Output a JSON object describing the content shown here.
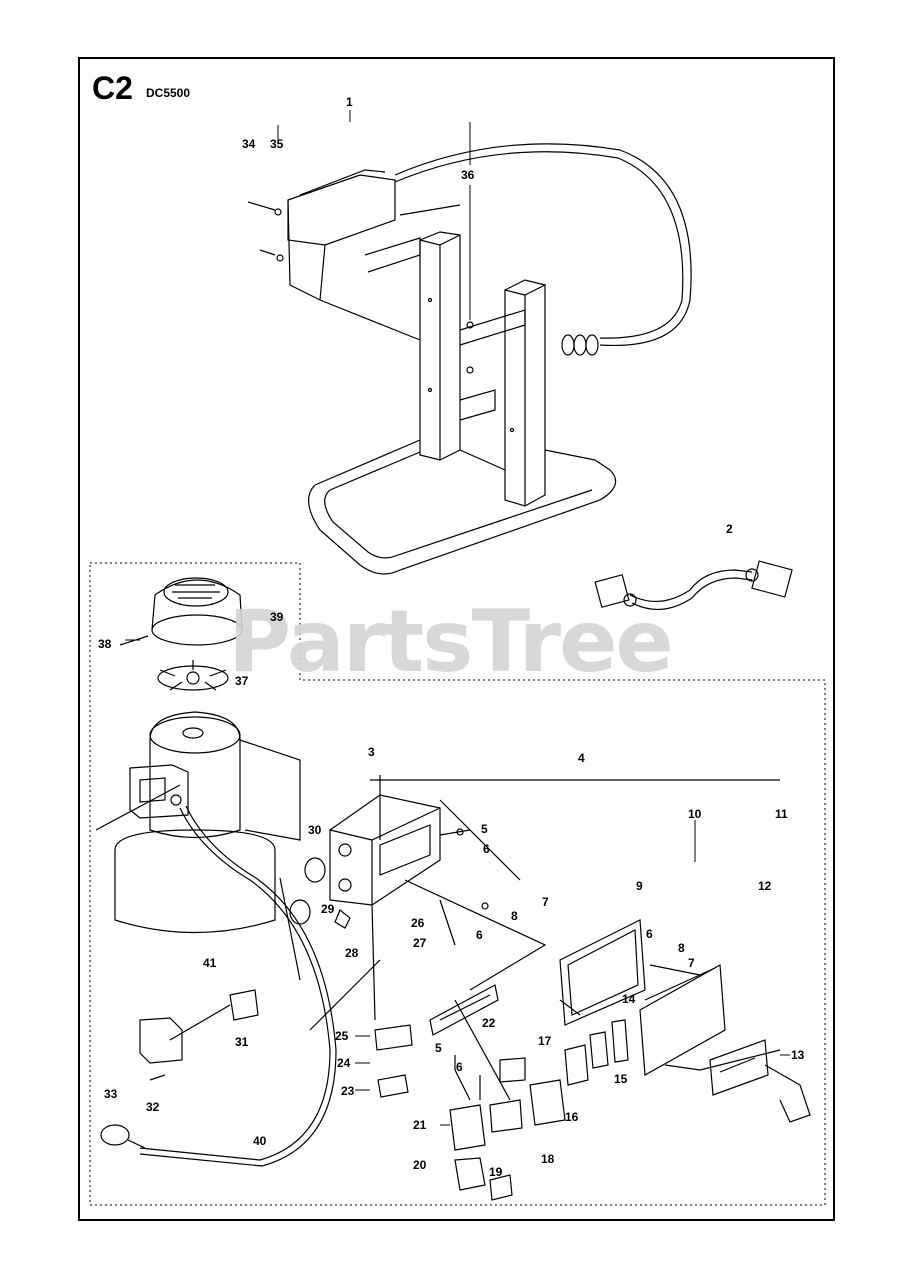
{
  "header": {
    "code": "C2",
    "model": "DC5500"
  },
  "watermark": "PartsTree",
  "callouts": [
    {
      "id": "c1",
      "text": "1"
    },
    {
      "id": "c2",
      "text": "2"
    },
    {
      "id": "c3",
      "text": "3"
    },
    {
      "id": "c4",
      "text": "4"
    },
    {
      "id": "c5a",
      "text": "5"
    },
    {
      "id": "c5b",
      "text": "5"
    },
    {
      "id": "c6a",
      "text": "6"
    },
    {
      "id": "c6b",
      "text": "6"
    },
    {
      "id": "c6c",
      "text": "6"
    },
    {
      "id": "c6d",
      "text": "6"
    },
    {
      "id": "c7a",
      "text": "7"
    },
    {
      "id": "c7b",
      "text": "7"
    },
    {
      "id": "c8a",
      "text": "8"
    },
    {
      "id": "c8b",
      "text": "8"
    },
    {
      "id": "c9",
      "text": "9"
    },
    {
      "id": "c10",
      "text": "10"
    },
    {
      "id": "c11",
      "text": "11"
    },
    {
      "id": "c12",
      "text": "12"
    },
    {
      "id": "c13",
      "text": "13"
    },
    {
      "id": "c14",
      "text": "14"
    },
    {
      "id": "c15",
      "text": "15"
    },
    {
      "id": "c16",
      "text": "16"
    },
    {
      "id": "c17",
      "text": "17"
    },
    {
      "id": "c18",
      "text": "18"
    },
    {
      "id": "c19",
      "text": "19"
    },
    {
      "id": "c20",
      "text": "20"
    },
    {
      "id": "c21",
      "text": "21"
    },
    {
      "id": "c22",
      "text": "22"
    },
    {
      "id": "c23",
      "text": "23"
    },
    {
      "id": "c24",
      "text": "24"
    },
    {
      "id": "c25",
      "text": "25"
    },
    {
      "id": "c26",
      "text": "26"
    },
    {
      "id": "c27",
      "text": "27"
    },
    {
      "id": "c28",
      "text": "28"
    },
    {
      "id": "c29",
      "text": "29"
    },
    {
      "id": "c30",
      "text": "30"
    },
    {
      "id": "c31",
      "text": "31"
    },
    {
      "id": "c32",
      "text": "32"
    },
    {
      "id": "c33",
      "text": "33"
    },
    {
      "id": "c34",
      "text": "34"
    },
    {
      "id": "c35",
      "text": "35"
    },
    {
      "id": "c36",
      "text": "36"
    },
    {
      "id": "c37",
      "text": "37"
    },
    {
      "id": "c38",
      "text": "38"
    },
    {
      "id": "c39",
      "text": "39"
    },
    {
      "id": "c40",
      "text": "40"
    },
    {
      "id": "c41",
      "text": "41"
    }
  ]
}
